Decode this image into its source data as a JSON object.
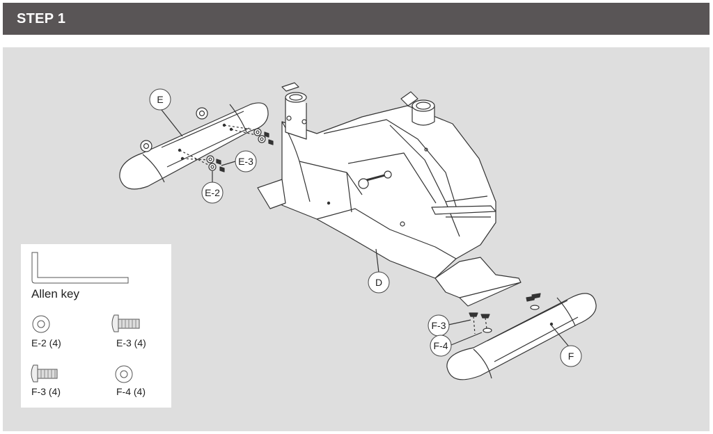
{
  "header": {
    "title": "STEP 1"
  },
  "diagram": {
    "callouts": {
      "E": "E",
      "E3": "E-3",
      "E2": "E-2",
      "D": "D",
      "F3": "F-3",
      "F4": "F-4",
      "F": "F"
    }
  },
  "legend": {
    "tool_label": "Allen key",
    "parts": [
      {
        "label": "E-2 (4)",
        "icon": "washer-icon"
      },
      {
        "label": "E-3 (4)",
        "icon": "bolt-icon"
      },
      {
        "label": "F-3 (4)",
        "icon": "bolt-icon"
      },
      {
        "label": "F-4 (4)",
        "icon": "washer-icon"
      }
    ]
  },
  "colors": {
    "header_bg": "#595556",
    "panel_bg": "#dedede",
    "line": "#333333"
  }
}
